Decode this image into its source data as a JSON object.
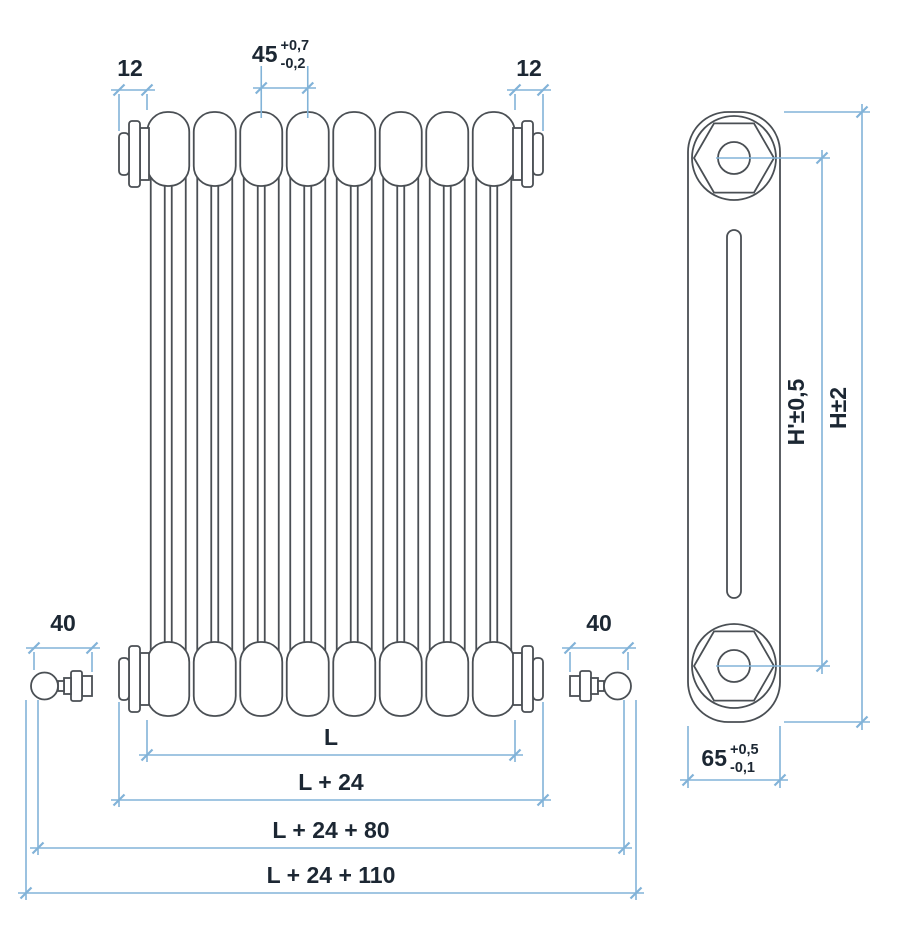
{
  "drawing": {
    "type": "radiator-technical-drawing",
    "views": [
      "front-view",
      "side-view"
    ],
    "colors": {
      "dimension_lines": "#82b3d8",
      "label_text": "#1c2733",
      "part_outline": "#4a4f54",
      "background": "#ffffff"
    },
    "front_view": {
      "dims": {
        "plug_left": "12",
        "plug_right": "12",
        "pitch": {
          "value": "45",
          "tol_plus": "+0,7",
          "tol_minus": "-0,2"
        },
        "valve_left": "40",
        "valve_right": "40",
        "length": "L",
        "length_plus_plugs": "L + 24",
        "length_plus_valves": "L + 24 + 80",
        "length_overall": "L + 24 + 110"
      }
    },
    "side_view": {
      "dims": {
        "tapping_span": "H'±0,5",
        "overall_height": "H±2",
        "depth": {
          "value": "65",
          "tol_plus": "+0,5",
          "tol_minus": "-0,1"
        }
      }
    }
  }
}
